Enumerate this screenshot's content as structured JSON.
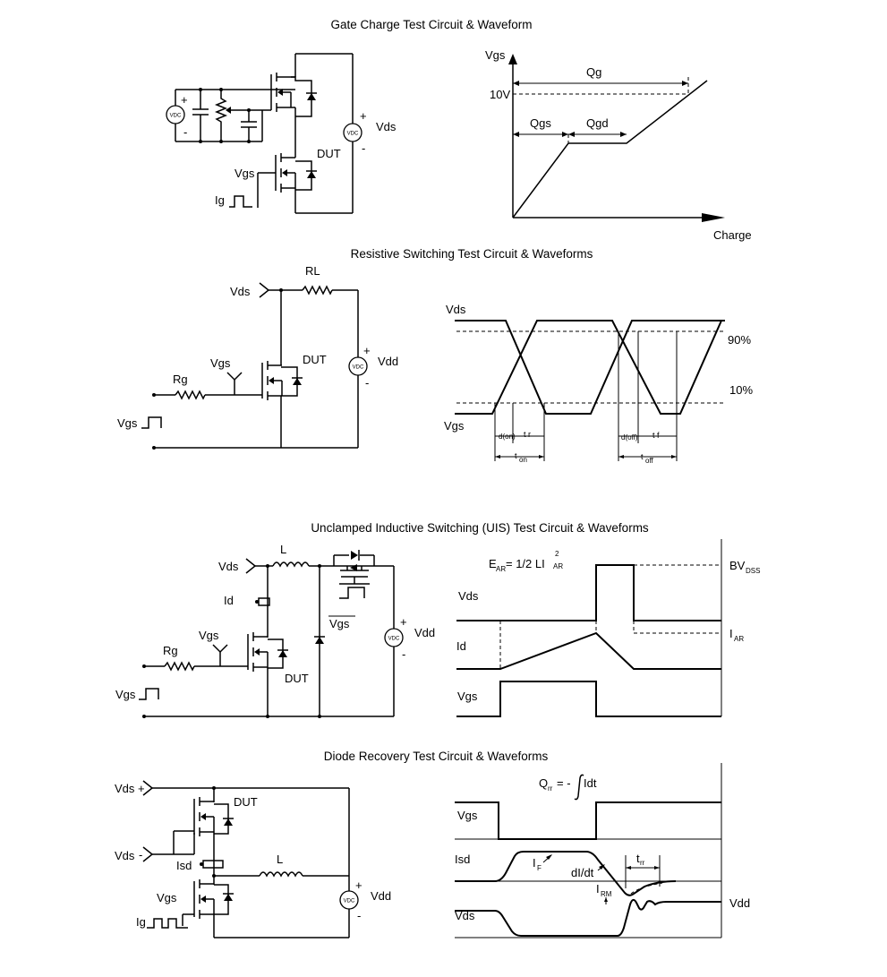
{
  "titles": {
    "gate": "Gate Charge Test Circuit & Waveform",
    "res": "Resistive Switching Test Circuit & Waveforms",
    "uis": "Unclamped Inductive Switching (UIS) Test Circuit & Waveforms",
    "diode": "Diode Recovery Test Circuit & Waveforms"
  },
  "gate": {
    "vdc": "VDC",
    "plus": "+",
    "minus": "-",
    "dut": "DUT",
    "vds": "Vds",
    "vgs": "Vgs",
    "ig": "Ig",
    "wave": {
      "vgs": "Vgs",
      "ten_v": "10V",
      "qg": "Qg",
      "qgs": "Qgs",
      "qgd": "Qgd",
      "charge": "Charge"
    }
  },
  "res": {
    "vds": "Vds",
    "rl": "RL",
    "vgs": "Vgs",
    "rg": "Rg",
    "dut": "DUT",
    "vgs_in": "Vgs",
    "vdc": "VDC",
    "plus": "+",
    "minus": "-",
    "vdd": "Vdd",
    "wave": {
      "vds": "Vds",
      "vgs": "Vgs",
      "p90": "90%",
      "p10": "10%",
      "td_on": "d(on)",
      "tr": "t r",
      "td_off": "d(off)",
      "tf": "t f",
      "ton_t": "t",
      "ton_s": "on",
      "toff_t": "t",
      "toff_s": "off"
    }
  },
  "uis": {
    "vds": "Vds",
    "l": "L",
    "id": "Id",
    "vgs": "Vgs",
    "rg": "Rg",
    "dut": "DUT",
    "vgs_in": "Vgs",
    "vgs_bar": "Vgs",
    "vdc": "VDC",
    "plus": "+",
    "minus": "-",
    "vdd": "Vdd",
    "wave": {
      "ear_e": "E",
      "ear_s": "AR",
      "ear_mid": "= 1/2 LI",
      "ear_sup": "2",
      "ear_sub2": "AR",
      "bv": "BV",
      "bv_s": "DSS",
      "iar": "I",
      "iar_s": "AR",
      "vds": "Vds",
      "id": "Id",
      "vgs": "Vgs"
    }
  },
  "diode": {
    "vds_p": "Vds",
    "plus": "+",
    "vds_m": "Vds",
    "minus": "-",
    "dut": "DUT",
    "isd": "Isd",
    "l": "L",
    "vgs": "Vgs",
    "ig": "Ig",
    "vdc": "VDC",
    "vdd": "Vdd",
    "wave": {
      "qrr_q": "Q",
      "qrr_s": "rr",
      "qrr_eq": "= -",
      "qrr_idt": "Idt",
      "vgs": "Vgs",
      "isd": "Isd",
      "if_i": "I",
      "if_s": "F",
      "didt": "dI/dt",
      "trr_t": "t",
      "trr_s": "rr",
      "irm_i": "I",
      "irm_s": "RM",
      "vds": "Vds",
      "vdd": "Vdd"
    }
  }
}
